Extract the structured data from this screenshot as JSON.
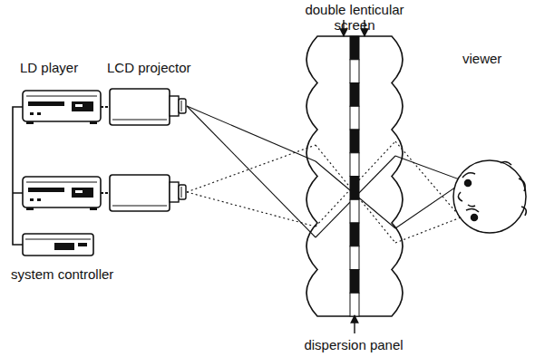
{
  "diagram": {
    "labels": [
      "double lenticular screen",
      "LD player",
      "LCD projector",
      "viewer",
      "system controller",
      "dispersion panel"
    ]
  }
}
